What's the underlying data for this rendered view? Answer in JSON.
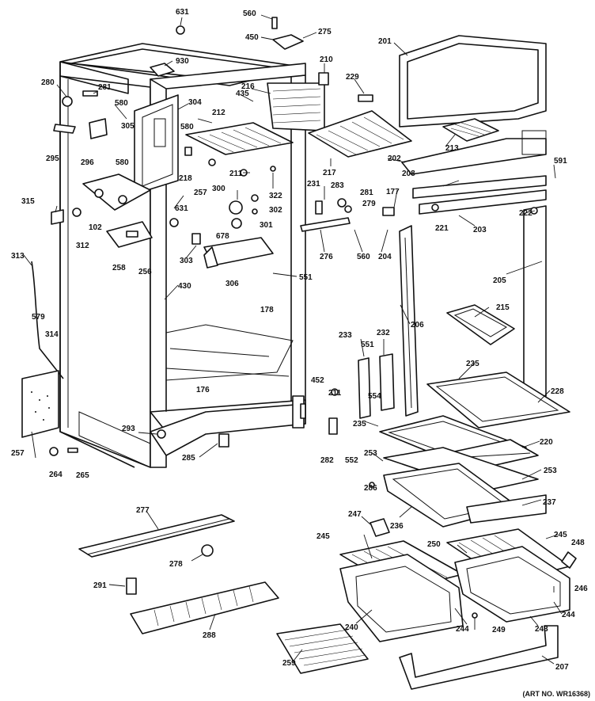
{
  "diagram": {
    "art_number": "(ART NO. WR16368)",
    "labels": {
      "l631a": "631",
      "l560a": "560",
      "l450": "450",
      "l275": "275",
      "l201": "201",
      "l930": "930",
      "l210": "210",
      "l229": "229",
      "l280": "280",
      "l281a": "281",
      "l580a": "580",
      "l435": "435",
      "l216": "216",
      "l304": "304",
      "l212": "212",
      "l580b": "580",
      "l305": "305",
      "l295": "295",
      "l296": "296",
      "l213": "213",
      "l202": "202",
      "l591": "591",
      "l580c": "580",
      "l218": "218",
      "l211": "211",
      "l322": "322",
      "l217": "217",
      "l231": "231",
      "l208": "208",
      "l257": "257",
      "l283": "283",
      "l281b": "281",
      "l177a": "177",
      "l300": "300",
      "l279": "279",
      "l302": "302",
      "l315": "315",
      "l631b": "631",
      "l102": "102",
      "l312": "312",
      "l301": "301",
      "l222": "222",
      "l221": "221",
      "l203": "203",
      "l678": "678",
      "l276": "276",
      "l560b": "560",
      "l204": "204",
      "l313": "313",
      "l256": "256",
      "l258": "258",
      "l303": "303",
      "l306": "306",
      "l551a": "551",
      "l205": "205",
      "l430": "430",
      "l178": "178",
      "l215": "215",
      "l579": "579",
      "l206": "206",
      "l314": "314",
      "l233": "233",
      "l551b": "551",
      "l232": "232",
      "l554": "554",
      "l235a": "235",
      "l452": "452",
      "l176": "176",
      "l211b": "211",
      "l228": "228",
      "l235b": "235",
      "l220": "220",
      "l293": "293",
      "l257b": "257",
      "l282": "282",
      "l552": "552",
      "l253a": "253",
      "l253b": "253",
      "l286": "286",
      "l285": "285",
      "l264": "264",
      "l265": "265",
      "l237": "237",
      "l277": "277",
      "l247": "247",
      "l236": "236",
      "l245a": "245",
      "l245b": "245",
      "l248": "248",
      "l250": "250",
      "l278": "278",
      "l291": "291",
      "l246": "246",
      "l288": "288",
      "l244a": "244",
      "l244b": "244",
      "l240": "240",
      "l249": "249",
      "l243": "243",
      "l259": "259",
      "l207": "207"
    }
  }
}
